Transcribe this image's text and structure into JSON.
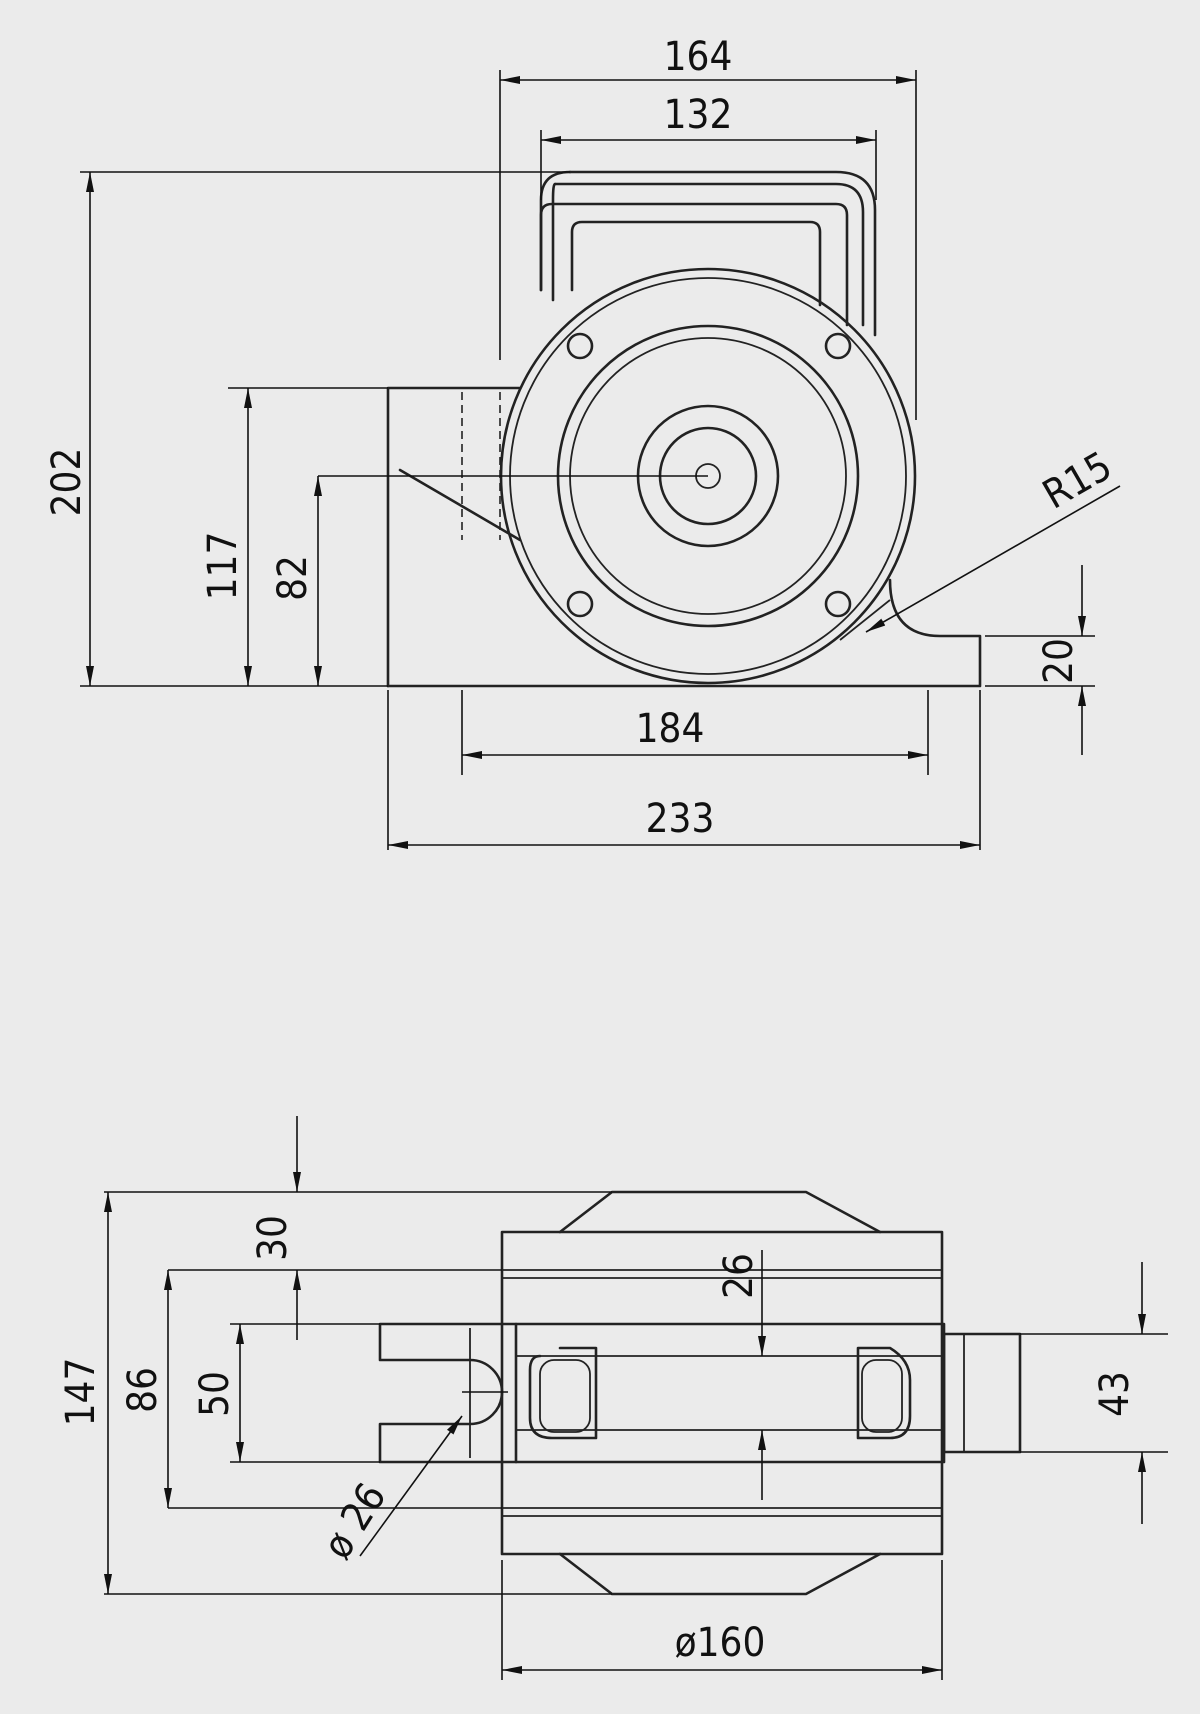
{
  "front_view": {
    "dim_overall_height": "202",
    "dim_bracket_height": "117",
    "dim_center_height": "82",
    "dim_handle_outer_width": "164",
    "dim_handle_inner_width": "132",
    "dim_fillet_radius": "R15",
    "dim_foot_thickness": "20",
    "dim_hole_spacing": "184",
    "dim_base_length": "233"
  },
  "side_view": {
    "dim_overall_width": "147",
    "dim_plate_width": "86",
    "dim_slot_width": "50",
    "dim_top_offset": "30",
    "dim_roller_gap": "26",
    "dim_slot_diameter": "ø 26",
    "dim_pin_width": "43",
    "dim_roller_diameter": "ø160"
  }
}
